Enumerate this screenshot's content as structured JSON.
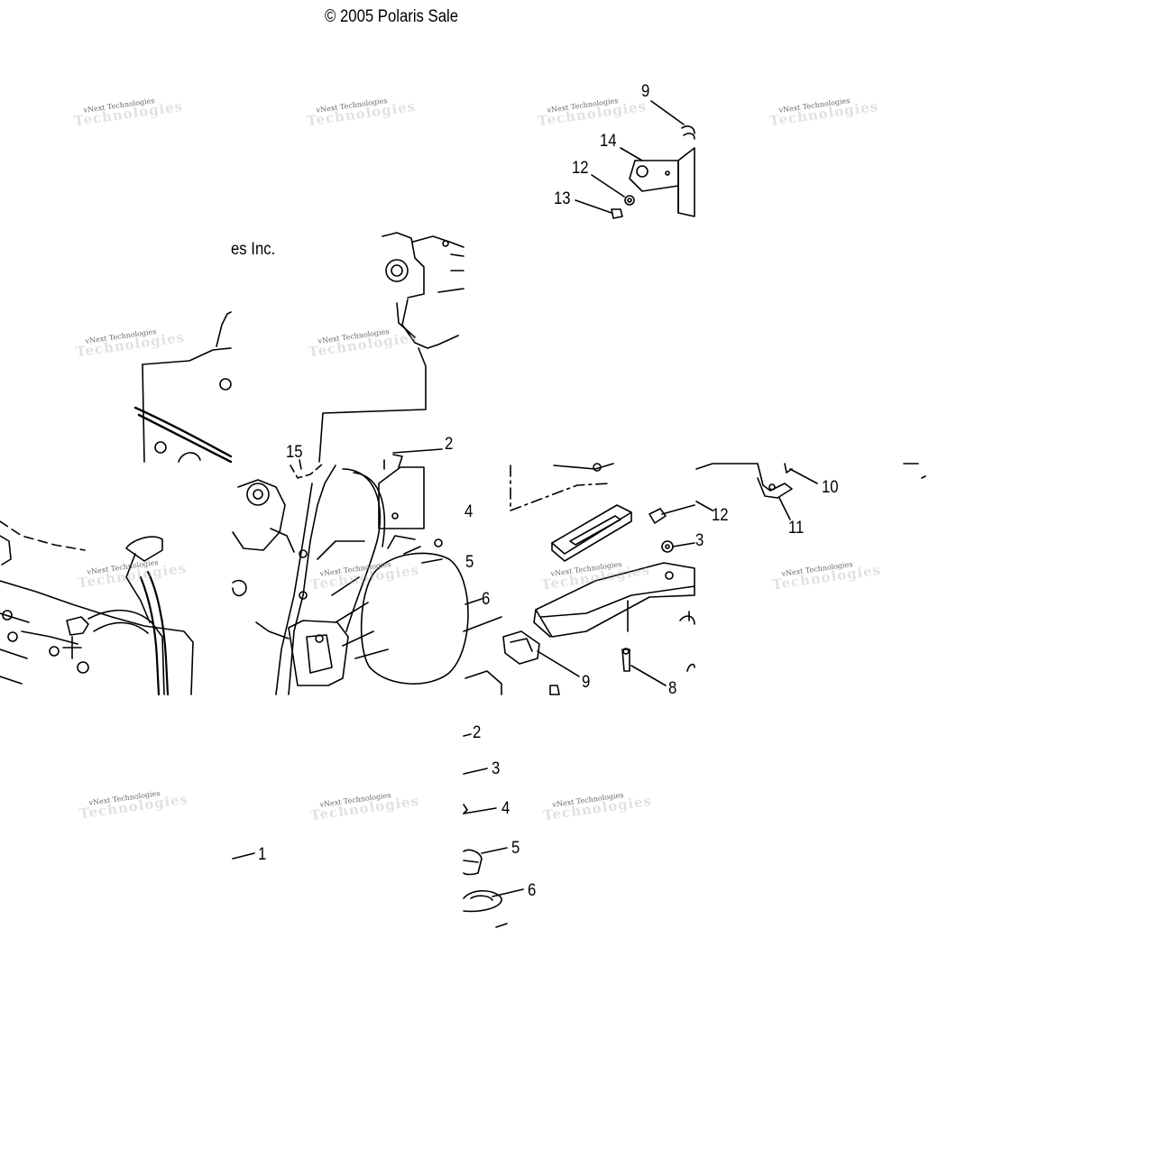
{
  "copyright": {
    "text_top": "© 2005 Polaris Sale",
    "text_mid": "es Inc."
  },
  "watermark": {
    "text": "vNext Technologies",
    "ghost_text": "Technologies"
  },
  "callouts": {
    "top_group": [
      "9",
      "14",
      "12",
      "13"
    ],
    "middle_group": [
      "15",
      "2",
      "4",
      "5",
      "6",
      "12",
      "3",
      "9",
      "8",
      "10",
      "11"
    ],
    "bottom_group": [
      "2",
      "3",
      "4",
      "5",
      "6",
      "1"
    ]
  },
  "colors": {
    "ink": "#000000",
    "background": "#ffffff",
    "watermark": "#6a6a6a"
  }
}
